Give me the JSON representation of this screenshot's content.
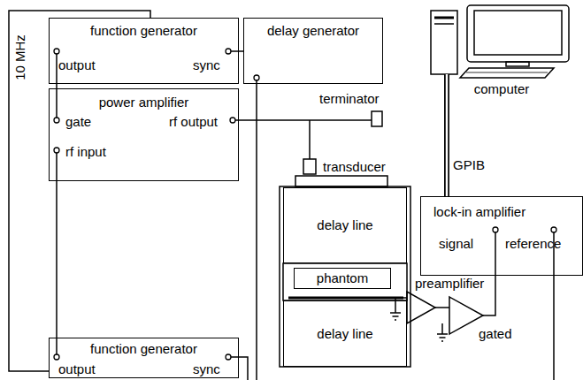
{
  "diagram": {
    "nodes": [
      {
        "text": [
          "function generator",
          "output",
          "sync"
        ]
      },
      {
        "text": [
          "delay generator"
        ]
      },
      {
        "text": [
          "computer"
        ]
      },
      {
        "text": [
          "power amplifier",
          "gate",
          "rf output",
          "rf input"
        ]
      },
      {
        "text": [
          "lock-in amplifier",
          "signal",
          "reference"
        ]
      },
      {
        "text": [
          "delay line"
        ]
      },
      {
        "text": [
          "phantom"
        ]
      },
      {
        "text": [
          "delay line"
        ]
      },
      {
        "text": [
          "function generator",
          "output",
          "sync"
        ]
      }
    ],
    "edges": [
      {
        "from": 0,
        "to": 3,
        "arrow": "none"
      },
      {
        "from": 0,
        "to": 1,
        "arrow": "none"
      },
      {
        "from": 8,
        "to": 3,
        "arrow": "none"
      },
      {
        "from": 0,
        "to": 8,
        "label": "10 MHz",
        "arrow": "none"
      },
      {
        "from": 4,
        "to": 2,
        "label": "GPIB",
        "arrow": "none"
      }
    ],
    "labels": [
      "terminator",
      "transducer",
      "preamplifier",
      "gated"
    ]
  }
}
